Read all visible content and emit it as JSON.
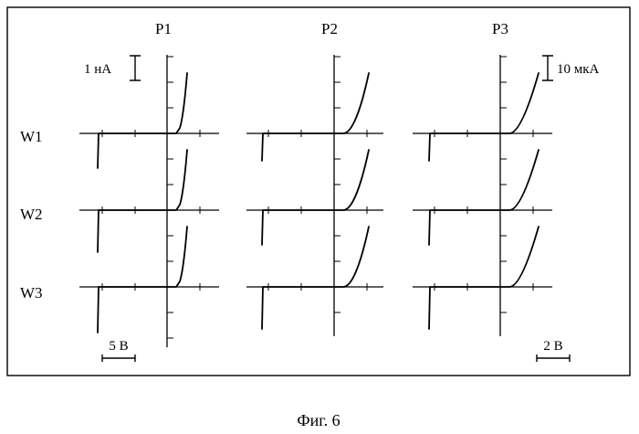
{
  "columns": [
    "P1",
    "P2",
    "P3"
  ],
  "rows": [
    "W1",
    "W2",
    "W3"
  ],
  "scale_labels": {
    "current_left": "1 нА",
    "current_right": "10 мкА",
    "voltage_left": "5 В",
    "voltage_right": "2 В"
  },
  "caption": "Фиг. 6"
}
